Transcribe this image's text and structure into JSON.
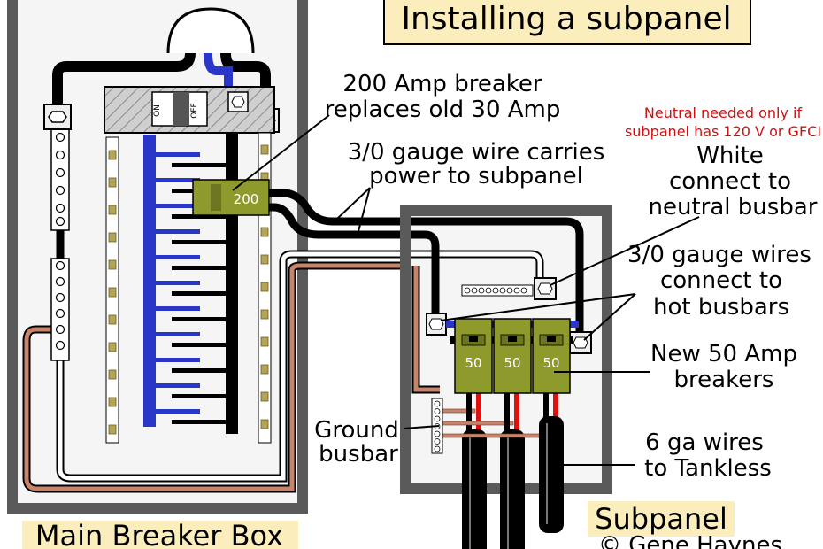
{
  "title": "Installing a subpanel",
  "labels": {
    "breaker_200_l1": "200 Amp breaker",
    "breaker_200_l2": "replaces old 30 Amp",
    "gauge30_l1": "3/0 gauge wire carries",
    "gauge30_l2": "power to subpanel",
    "neutral_note_l1": "Neutral needed only if",
    "neutral_note_l2": "subpanel has 120 V or GFCI",
    "white_l1": "White",
    "white_l2": "connect to",
    "white_l3": "neutral busbar",
    "hot_l1": "3/0 gauge wires",
    "hot_l2": "connect to",
    "hot_l3": "hot busbars",
    "new50_l1": "New 50 Amp",
    "new50_l2": "breakers",
    "ground_l1": "Ground",
    "ground_l2": "busbar",
    "ga6_l1": "6 ga wires",
    "ga6_l2": "to Tankless",
    "main_box": "Main Breaker Box",
    "subpanel": "Subpanel",
    "credit": "© Gene Haynes",
    "main_breaker_value": "200",
    "main_on": "ON",
    "main_off": "OFF",
    "sub_breakers": [
      "50",
      "50",
      "50"
    ]
  },
  "colors": {
    "hot_bus": "#2a36c8",
    "breaker_green": "#8e9a2b",
    "ground_copper": "#c8846a",
    "red_wire": "#e01010",
    "note_red": "#d01010",
    "title_bg": "#fbeebc"
  }
}
